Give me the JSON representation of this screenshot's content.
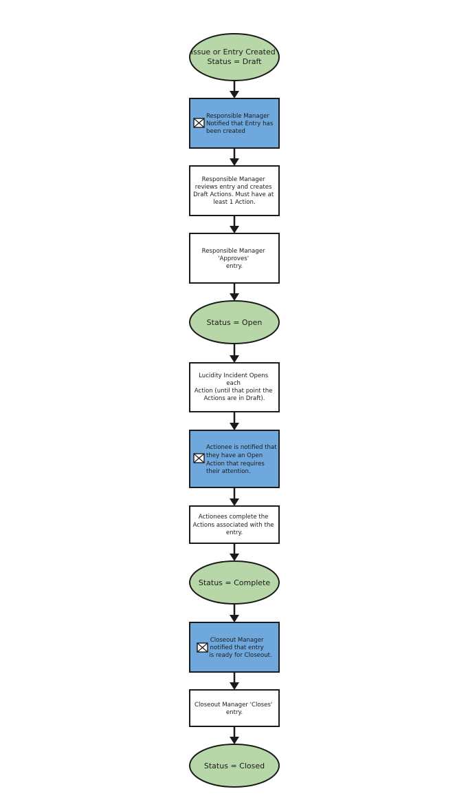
{
  "flow": {
    "start": {
      "lines": [
        "Issue or Entry Created",
        "Status = Draft"
      ]
    },
    "notify_manager": {
      "lines": [
        "Responsible Manager",
        "Notified that Entry has",
        "been created"
      ]
    },
    "review_entry": {
      "lines": [
        "Responsible Manager",
        "reviews entry and creates",
        "Draft Actions.  Must have at",
        "least 1 Action."
      ]
    },
    "approve_entry": {
      "lines": [
        "Responsible Manager",
        "'Approves'",
        "entry."
      ]
    },
    "status_open": {
      "lines": [
        "Status = Open"
      ]
    },
    "open_actions": {
      "lines": [
        "Lucidity Incident Opens",
        "each",
        "Action (until that point the",
        "Actions are in Draft)."
      ]
    },
    "notify_actionee": {
      "lines": [
        "Actionee is notified that",
        "they have an Open",
        "Action that requires",
        "their attention."
      ]
    },
    "complete_actions": {
      "lines": [
        "Actionees complete the",
        "Actions associated with the",
        "entry."
      ]
    },
    "status_complete": {
      "lines": [
        "Status = Complete"
      ]
    },
    "notify_closeout": {
      "lines": [
        "Closeout Manager",
        "notified that entry",
        "is ready for Closeout."
      ]
    },
    "close_entry": {
      "lines": [
        "Closeout Manager 'Closes'",
        "entry."
      ]
    },
    "status_closed": {
      "lines": [
        "Status = Closed"
      ]
    }
  },
  "icons": {
    "notification": "envelope-icon"
  },
  "colors": {
    "status_oval": "#b7d7a8",
    "notification_box": "#6fa8dc",
    "process_box": "#ffffff",
    "outline": "#1a1a1a"
  }
}
